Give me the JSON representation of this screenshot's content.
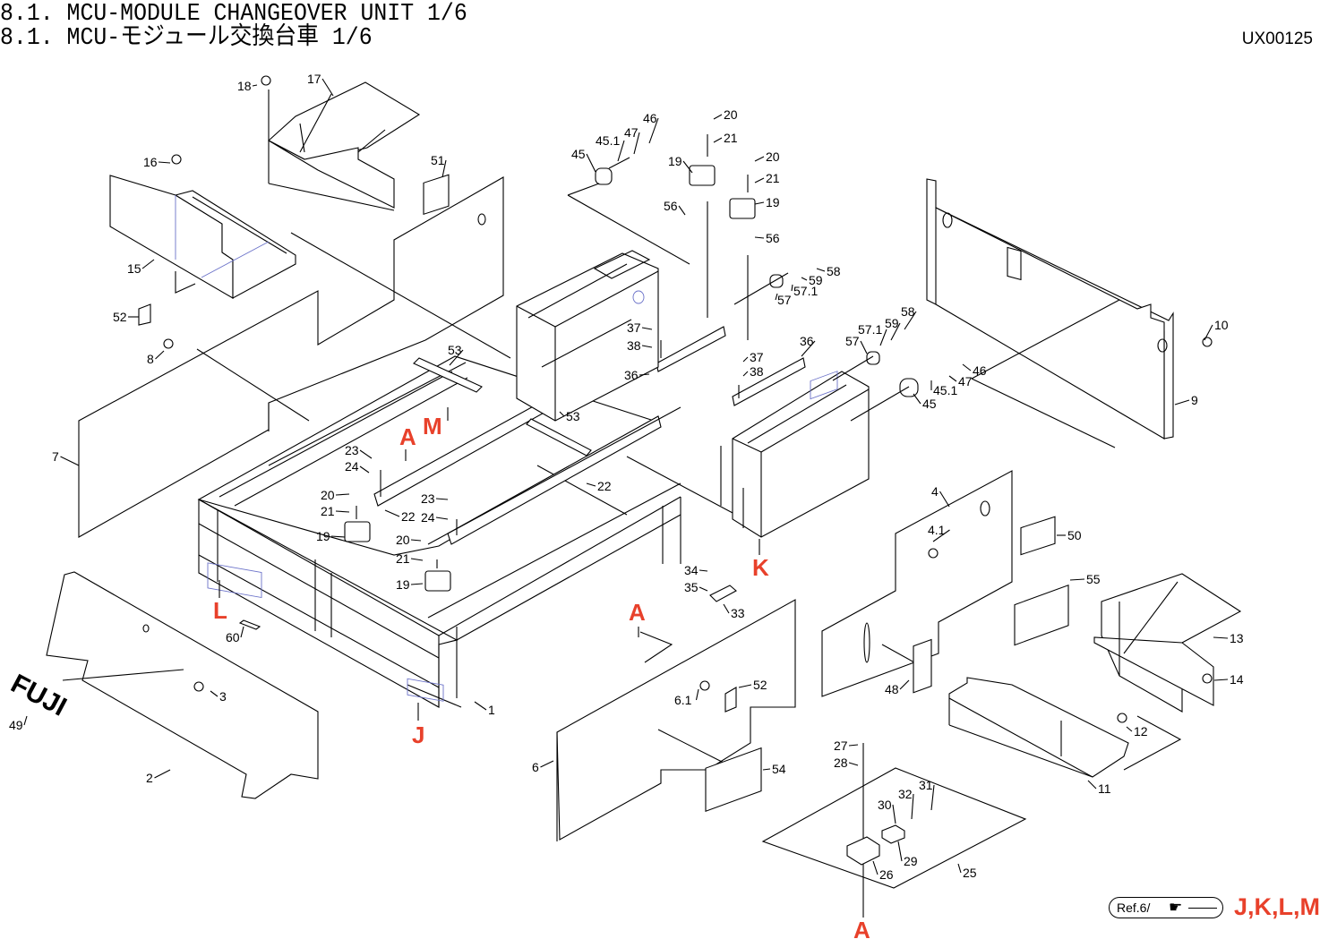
{
  "header": {
    "title_en": "8.1. MCU-MODULE CHANGEOVER UNIT 1/6",
    "title_ja": "8.1. MCU-モジュール交換台車 1/6",
    "doc_code": "UX00125"
  },
  "reference": {
    "label": "Ref.6/",
    "icon": "pointing-hand-icon",
    "targets": "J,K,L,M"
  },
  "brand_decal": "FUJI",
  "colors": {
    "reference_marker": "#e8412b",
    "hidden_line": "#6b72c9",
    "line": "#000000"
  },
  "reference_markers": [
    {
      "id": "A",
      "label": "A"
    },
    {
      "id": "M",
      "label": "M"
    },
    {
      "id": "K",
      "label": "K"
    },
    {
      "id": "L",
      "label": "L"
    },
    {
      "id": "J",
      "label": "J"
    },
    {
      "id": "A2",
      "label": "A"
    },
    {
      "id": "A3",
      "label": "A"
    }
  ],
  "part_callouts": [
    "18",
    "17",
    "16",
    "51",
    "15",
    "52",
    "8",
    "53",
    "7",
    "45",
    "45.1",
    "47",
    "46",
    "20",
    "21",
    "19",
    "56",
    "20",
    "21",
    "19",
    "56",
    "58",
    "59",
    "57.1",
    "57",
    "37",
    "38",
    "36",
    "37",
    "38",
    "36",
    "58",
    "57.1",
    "59",
    "57",
    "46",
    "47",
    "45.1",
    "45",
    "10",
    "9",
    "23",
    "24",
    "20",
    "21",
    "19",
    "22",
    "53",
    "23",
    "24",
    "22",
    "20",
    "21",
    "19",
    "60",
    "3",
    "49",
    "2",
    "1",
    "34",
    "35",
    "33",
    "52",
    "6.1",
    "6",
    "54",
    "4",
    "4.1",
    "50",
    "55",
    "48",
    "13",
    "14",
    "12",
    "11",
    "27",
    "28",
    "30",
    "32",
    "31",
    "29",
    "26",
    "25"
  ]
}
